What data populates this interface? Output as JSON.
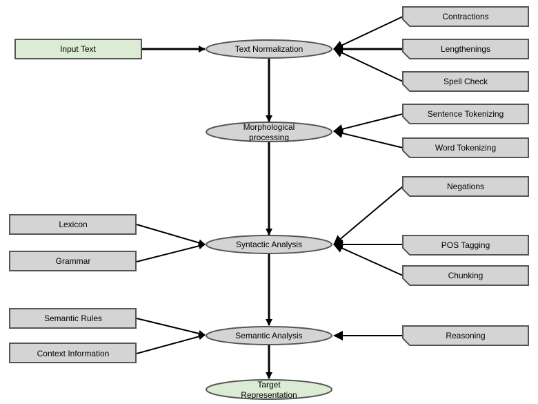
{
  "colors": {
    "box_fill": "#d4d4d4",
    "input_fill": "#dcebd3",
    "ellipse_fill": "#d4d4d4",
    "target_fill": "#dcebd3",
    "stroke": "#000000"
  },
  "nodes": {
    "input_text": "Input Text",
    "text_normalization": "Text Normalization",
    "morph_line1": "Morphological",
    "morph_line2": "processing",
    "syntactic_analysis": "Syntactic Analysis",
    "semantic_analysis": "Semantic Analysis",
    "target_line1": "Target",
    "target_line2": "Representation"
  },
  "right_boxes": {
    "contractions": "Contractions",
    "lengthenings": "Lengthenings",
    "spell_check": "Spell Check",
    "sentence_tokenizing": "Sentence Tokenizing",
    "word_tokenizing": "Word Tokenizing",
    "negations": "Negations",
    "pos_tagging": "POS Tagging",
    "chunking": "Chunking",
    "reasoning": "Reasoning"
  },
  "left_boxes": {
    "lexicon": "Lexicon",
    "grammar": "Grammar",
    "semantic_rules": "Semantic Rules",
    "context_information": "Context Information"
  }
}
